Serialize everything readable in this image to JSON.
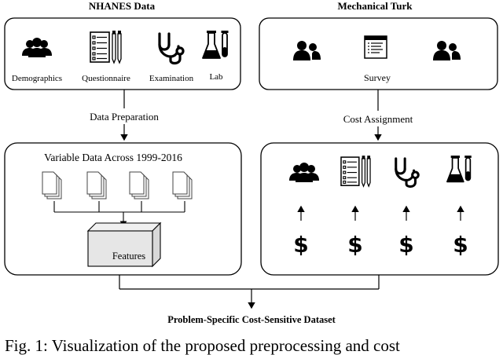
{
  "left_panel": {
    "title": "NHANES Data",
    "items": [
      {
        "icon": "people-icon",
        "label": "Demographics"
      },
      {
        "icon": "questionnaire-icon",
        "label": "Questionnaire"
      },
      {
        "icon": "stethoscope-icon",
        "label": "Examination"
      },
      {
        "icon": "flask-icon",
        "label": "Lab"
      }
    ]
  },
  "right_panel": {
    "title": "Mechanical Turk",
    "survey_label": "Survey"
  },
  "arrows": {
    "left_label": "Data Preparation",
    "right_label": "Cost Assignment"
  },
  "variable_box": {
    "title": "Variable Data Across 1999-2016",
    "features_label": "Features"
  },
  "cost_box": {
    "icons": [
      "people-icon",
      "questionnaire-icon",
      "stethoscope-icon",
      "flask-icon"
    ],
    "cost_symbol": "$"
  },
  "output_label": "Problem-Specific Cost-Sensitive Dataset",
  "caption": "Fig. 1: Visualization of the proposed preprocessing and cost"
}
